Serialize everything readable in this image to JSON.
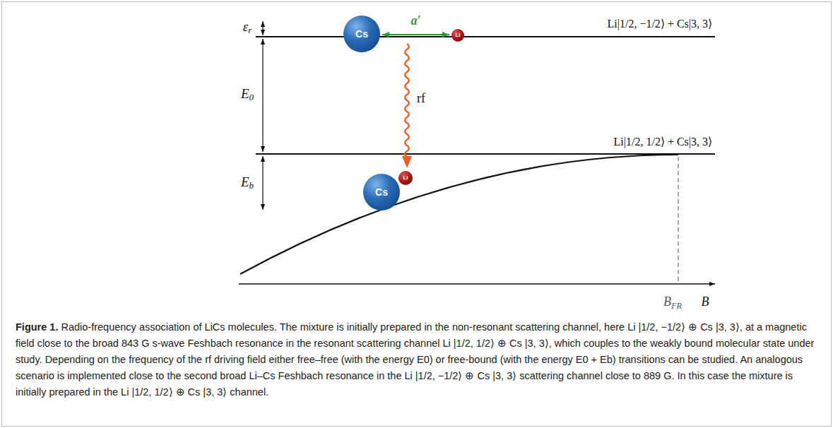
{
  "diagram": {
    "caption": "Figure 1. Radio-frequency association of LiCs molecules. The mixture is initially prepared in the non-resonant scattering channel, here Li |1/2, −1/2⟩ ⊕ Cs |3, 3⟩, at a magnetic field close to the broad 843 G s-wave Feshbach resonance in the resonant scattering channel Li |1/2, 1/2⟩ ⊕ Cs |3, 3⟩, which couples to the weakly bound molecular state under study. Depending on the frequency of the rf driving field either free–free (with the energy E0) or free-bound (with the energy E0 + Eb) transitions can be studied. An analogous scenario is implemented close to the second broad Li–Cs Feshbach resonance in the Li |1/2, −1/2⟩ ⊕ Cs |3, 3⟩ scattering channel close to 889 G. In this case the mixture is initially prepared in the Li |1/2, 1/2⟩ ⊕ Cs |3, 3⟩ channel.",
    "nodes": [
      {
        "text": [
          "Cs"
        ]
      },
      {
        "text": [
          "Li"
        ]
      },
      {
        "text": [
          "Cs"
        ]
      },
      {
        "text": [
          "Li"
        ]
      }
    ],
    "edges": [
      {
        "from": 0,
        "to": 1,
        "arrow": "both",
        "label": "a′"
      }
    ],
    "labels": [
      "εr",
      "E0",
      "Eb",
      "Li|1/2, −1/2⟩ + Cs|3, 3⟩",
      "Li|1/2, 1/2⟩ + Cs|3, 3⟩",
      "rf",
      "BFR",
      "B"
    ]
  }
}
